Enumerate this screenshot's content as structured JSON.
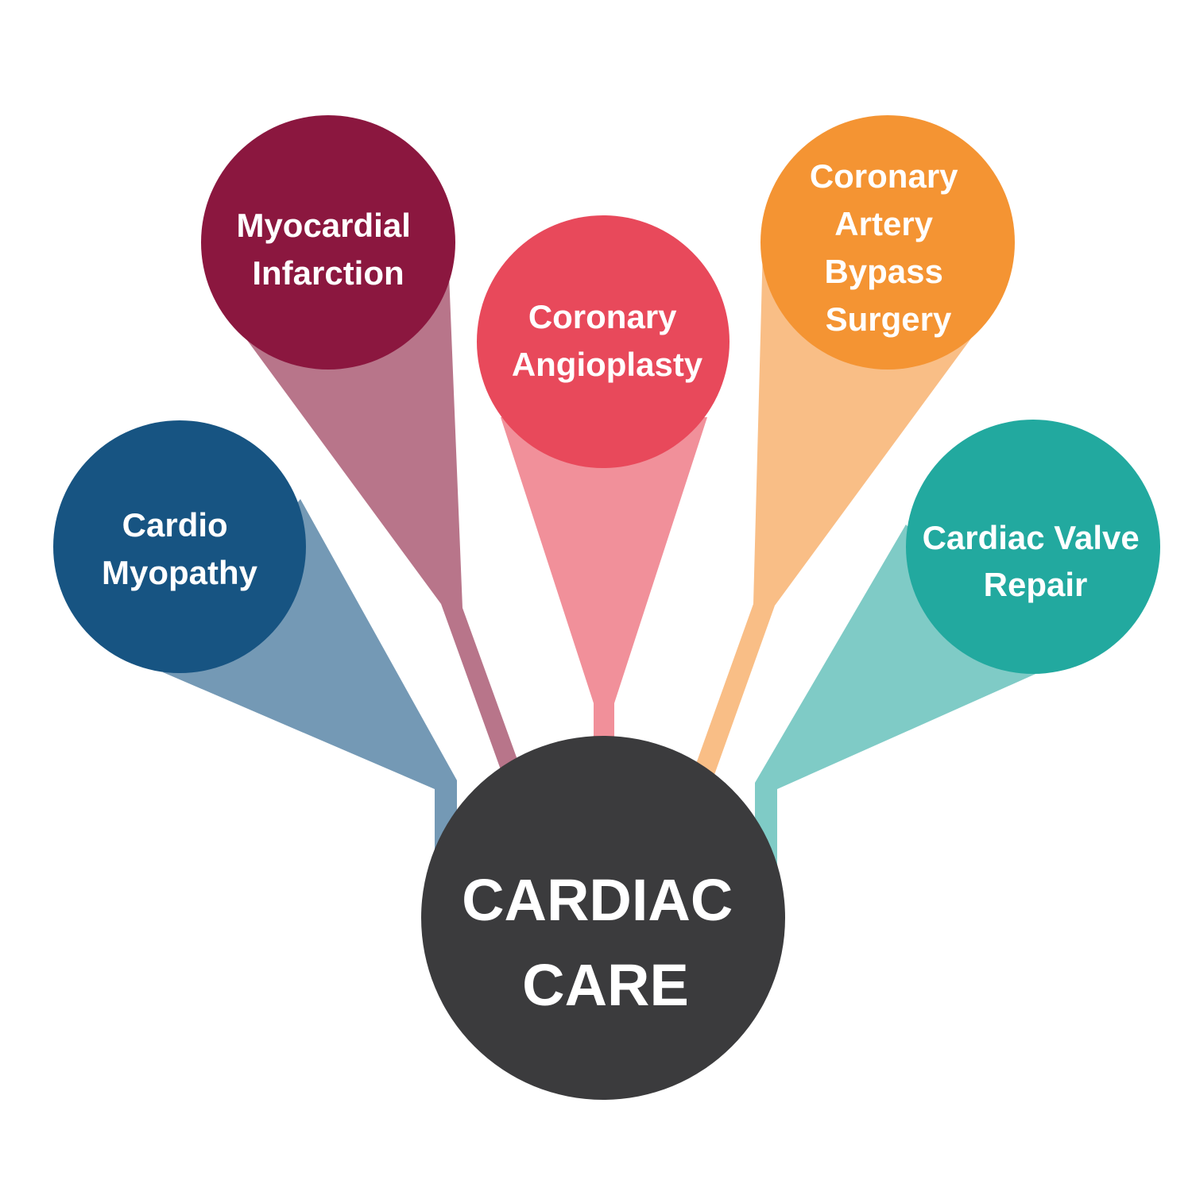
{
  "center": {
    "lines": [
      "CARDIAC",
      "CARE"
    ],
    "color": "#3b3b3d"
  },
  "text_color": "#ffffff",
  "nodes": [
    {
      "lines": [
        "Cardio",
        "Myopathy"
      ],
      "color": "#175482",
      "connector_color": "#7499b5"
    },
    {
      "lines": [
        "Myocardial",
        "Infarction"
      ],
      "color": "#8b173f",
      "connector_color": "#b8758a"
    },
    {
      "lines": [
        "Coronary",
        "Angioplasty"
      ],
      "color": "#e8495b",
      "connector_color": "#f1909a"
    },
    {
      "lines": [
        "Coronary",
        "Artery",
        "Bypass",
        "Surgery"
      ],
      "color": "#f49433",
      "connector_color": "#f9be86"
    },
    {
      "lines": [
        "Cardiac Valve",
        "Repair"
      ],
      "color": "#22a99f",
      "connector_color": "#7fcbc6"
    }
  ]
}
